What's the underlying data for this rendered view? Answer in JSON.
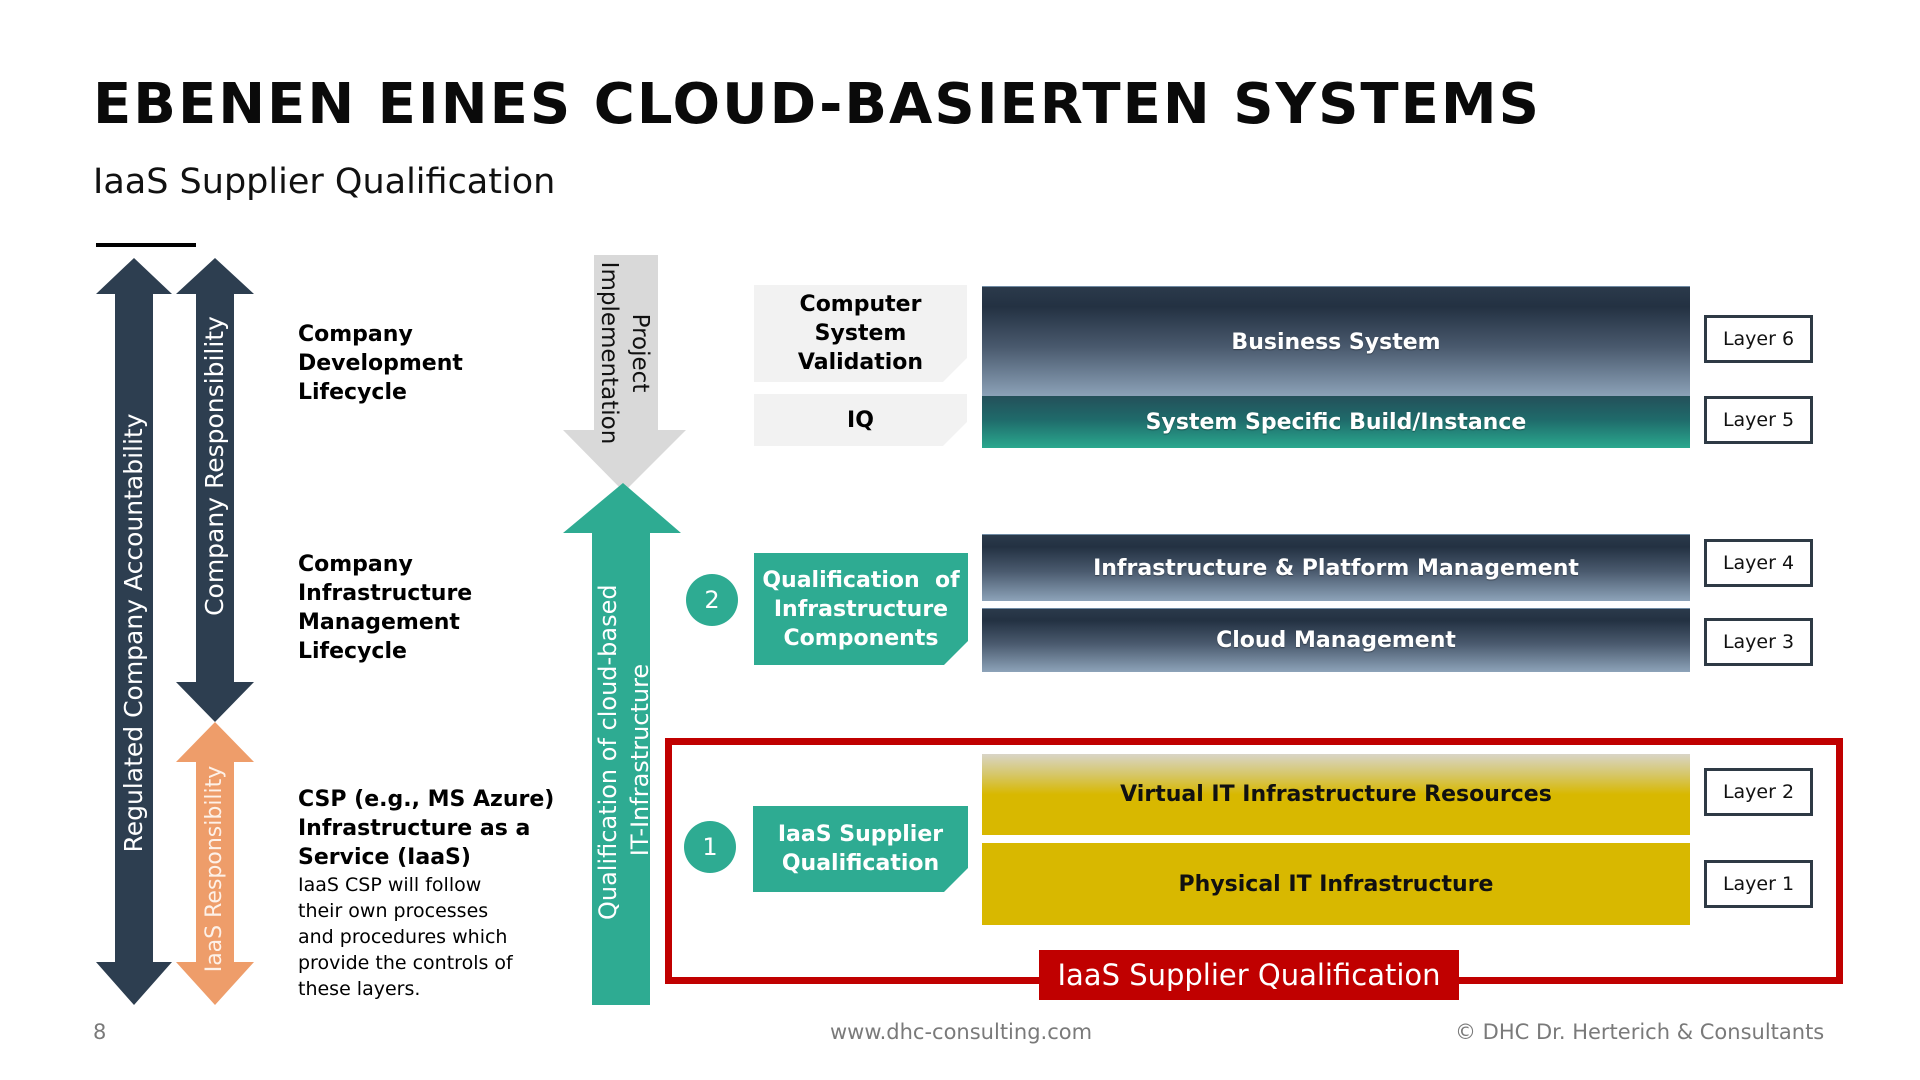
{
  "header": {
    "title": "EBENEN EINES CLOUD-BASIERTEN SYSTEMS",
    "subtitle": "IaaS Supplier Qualification"
  },
  "left_arrows": {
    "accountability": "Regulated Company Accountability",
    "company_responsibility": "Company Responsibility",
    "iaas_responsibility": "IaaS Responsibility"
  },
  "lifecycles": {
    "development": [
      "Company",
      "Development",
      "Lifecycle"
    ],
    "infrastructure": [
      "Company",
      "Infrastructure",
      "Management",
      "Lifecycle"
    ],
    "csp_title": [
      "CSP (e.g., MS Azure)",
      "Infrastructure as a",
      "Service (IaaS)"
    ],
    "csp_text": [
      "IaaS CSP will follow",
      "their own processes",
      "and procedures which",
      "provide the controls of",
      "these layers."
    ]
  },
  "center_arrows": {
    "project_line1": "Project",
    "project_line2": "Implementation",
    "qualification_line1": "Qualification of cloud-based",
    "qualification_line2": "IT-Infrastructure"
  },
  "activity_boxes": {
    "csv": [
      "Computer",
      "System",
      "Validation"
    ],
    "iq": "IQ",
    "infra_components": [
      "Qualification  of",
      "Infrastructure",
      "Components"
    ],
    "iaas_supplier": [
      "IaaS Supplier",
      "Qualification"
    ]
  },
  "step_numbers": {
    "step1": "1",
    "step2": "2"
  },
  "layers": [
    {
      "name": "Business System",
      "label": "Layer 6"
    },
    {
      "name": "System Specific Build/Instance",
      "label": "Layer 5"
    },
    {
      "name": "Infrastructure & Platform Management",
      "label": "Layer 4"
    },
    {
      "name": "Cloud Management",
      "label": "Layer 3"
    },
    {
      "name": "Virtual IT Infrastructure Resources",
      "label": "Layer 2"
    },
    {
      "name": "Physical IT Infrastructure",
      "label": "Layer 1"
    }
  ],
  "highlight": {
    "label": "IaaS Supplier Qualification",
    "color": "#C00000"
  },
  "colors": {
    "navy": "#2D3E50",
    "orange": "#EE9D6A",
    "teal": "#2EAB92",
    "gray_arrow": "#D9D9D9",
    "yellow": "#D8B800"
  },
  "footer": {
    "page_number": "8",
    "url": "www.dhc-consulting.com",
    "copyright": "© DHC Dr. Herterich & Consultants"
  }
}
